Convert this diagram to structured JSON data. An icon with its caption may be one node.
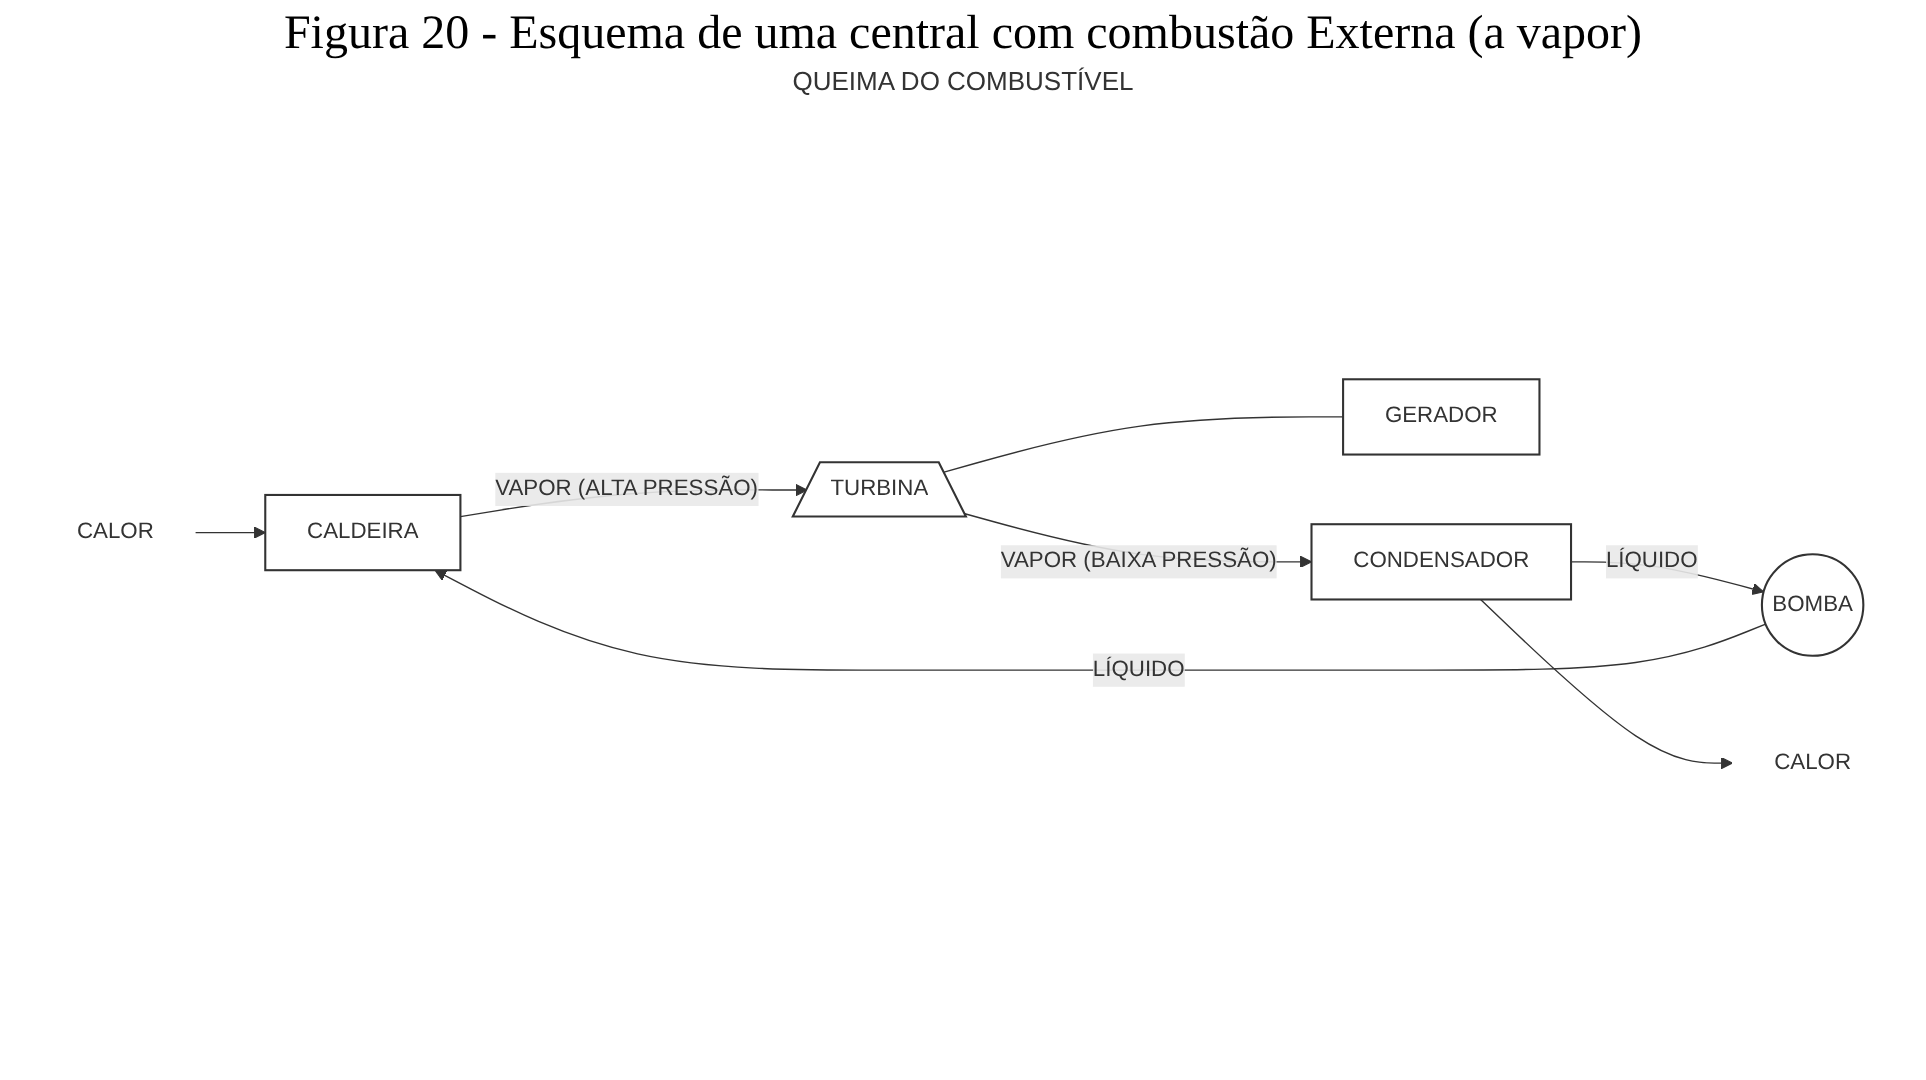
{
  "diagram": {
    "title": "Figura 20 - Esquema de uma central com combustão Externa (a vapor)",
    "nodes": [
      {
        "text": [
          "CALOR"
        ]
      },
      {
        "text": [
          "CALDEIRA"
        ]
      },
      {
        "text": [
          "TURBINA"
        ]
      },
      {
        "text": [
          "GERADOR"
        ]
      },
      {
        "text": [
          "CONDENSADOR"
        ]
      },
      {
        "text": [
          "BOMBA"
        ]
      },
      {
        "text": [
          "CALOR"
        ]
      }
    ],
    "edges": [
      {
        "from": 0,
        "to": 1,
        "arrow": "to"
      },
      {
        "from": 1,
        "to": 2,
        "arrow": "to",
        "label": "VAPOR (ALTA PRESSÃO)"
      },
      {
        "from": 2,
        "to": 3,
        "arrow": "none"
      },
      {
        "from": 2,
        "to": 4,
        "arrow": "to",
        "label": "VAPOR (BAIXA PRESSÃO)"
      },
      {
        "from": 4,
        "to": 5,
        "arrow": "to",
        "label": "LÍQUIDO"
      },
      {
        "from": 5,
        "to": 1,
        "arrow": "to",
        "label": "LÍQUIDO"
      },
      {
        "from": 4,
        "to": 6,
        "arrow": "to"
      }
    ],
    "labels": [
      "QUEIMA DO COMBUSTÍVEL"
    ]
  }
}
